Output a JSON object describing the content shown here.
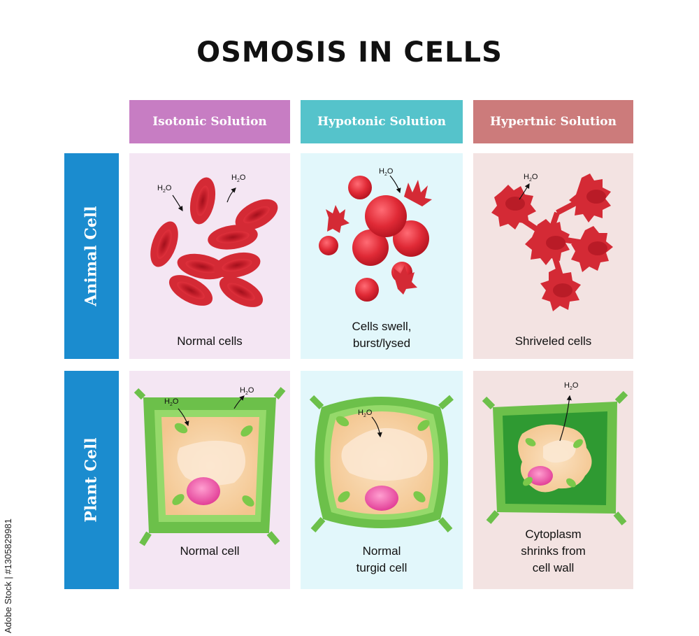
{
  "title": "OSMOSIS IN CELLS",
  "columns": [
    {
      "label": "Isotonic Solution",
      "color": "#c77dc3",
      "bg": "#f4e6f3"
    },
    {
      "label": "Hypotonic Solution",
      "color": "#55c3cb",
      "bg": "#e2f7fb"
    },
    {
      "label": "Hypertnic Solution",
      "color": "#cc7b7b",
      "bg": "#f3e3e2"
    }
  ],
  "rows": [
    {
      "label": "Animal Cell"
    },
    {
      "label": "Plant Cell"
    }
  ],
  "captions": {
    "animal_isotonic": "Normal cells",
    "animal_hypotonic_1": "Cells swell,",
    "animal_hypotonic_2": "burst/lysed",
    "animal_hypertonic": "Shriveled cells",
    "plant_isotonic": "Normal cell",
    "plant_hypotonic_1": "Normal",
    "plant_hypotonic_2": "turgid cell",
    "plant_hypertonic_1": "Cytoplasm",
    "plant_hypertonic_2": "shrinks from",
    "plant_hypertonic_3": "cell wall"
  },
  "h2o": {
    "main": "H",
    "sub": "2",
    "tail": "O"
  },
  "watermark": "Adobe Stock | #1305829981",
  "colors": {
    "row_header": "#1b8ccf",
    "blood": "#d42a35",
    "cell_wall": "#6cc04a",
    "cytoplasm": "#f6d3a8",
    "nucleus": "#ea5aa5"
  }
}
